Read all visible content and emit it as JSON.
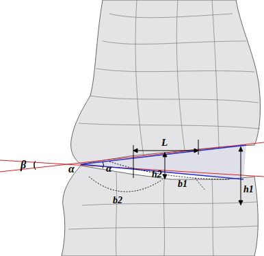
{
  "diagram": {
    "labels": [
      "β",
      "α",
      "α",
      "L",
      "h2",
      "b1",
      "h1",
      "b2"
    ]
  }
}
